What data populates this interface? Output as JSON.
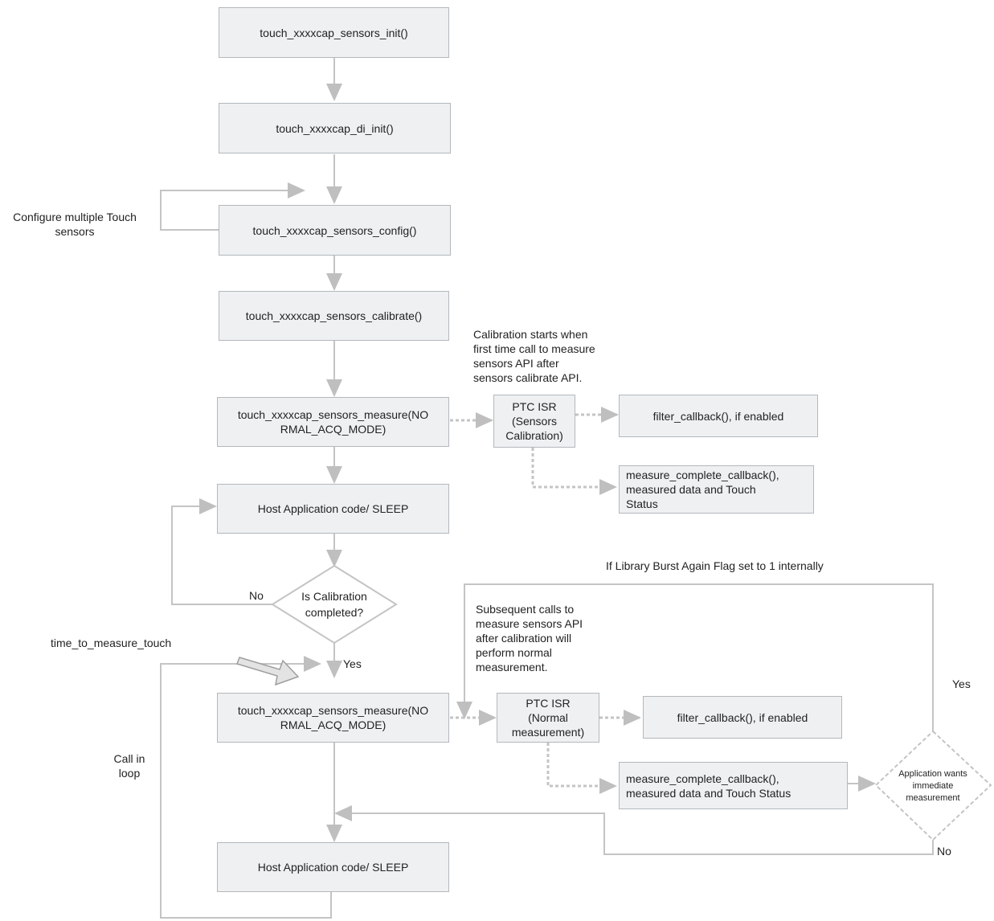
{
  "steps": {
    "sensors_init": "touch_xxxxcap_sensors_init()",
    "di_init": "touch_xxxxcap_di_init()",
    "sensors_config": "touch_xxxxcap_sensors_config()",
    "sensors_calibrate": "touch_xxxxcap_sensors_calibrate()",
    "measure_first": "touch_xxxxcap_sensors_measure(NO\nRMAL_ACQ_MODE)",
    "host_app_first": "Host Application code/ SLEEP",
    "measure_loop": "touch_xxxxcap_sensors_measure(NO\nRMAL_ACQ_MODE)",
    "host_app_loop": "Host Application code/ SLEEP"
  },
  "isr": {
    "calibration": "PTC ISR\n(Sensors\nCalibration)",
    "normal": "PTC ISR\n(Normal\nmeasurement)"
  },
  "callbacks": {
    "filter_cal": "filter_callback(), if enabled",
    "measure_complete_cal": "measure_complete_callback(),\nmeasured data and Touch\nStatus",
    "filter_normal": "filter_callback(), if enabled",
    "measure_complete_normal": "measure_complete_callback(),\nmeasured data and Touch Status"
  },
  "decisions": {
    "calibration_completed": "Is Calibration\ncompleted?",
    "immediate_measurement": "Application wants\nimmediate\nmeasurement"
  },
  "notes": {
    "configure_multiple": "Configure multiple Touch\nsensors",
    "calibration_starts": "Calibration starts when\nfirst time call to measure\nsensors API after\nsensors calibrate API.",
    "subsequent_calls": "Subsequent calls to\nmeasure sensors API\nafter calibration will\nperform normal\nmeasurement.",
    "burst_again": "If Library Burst Again Flag set to 1 internally",
    "time_to_measure": "time_to_measure_touch",
    "call_in_loop": "Call in\nloop"
  },
  "branch_labels": {
    "no_calibration": "No",
    "yes_calibration": "Yes",
    "yes_immediate": "Yes",
    "no_immediate": "No"
  },
  "colors": {
    "box_fill": "#eef0f2",
    "box_border": "#b4b8bc",
    "arrow": "#bfbfbf",
    "text": "#222222"
  }
}
